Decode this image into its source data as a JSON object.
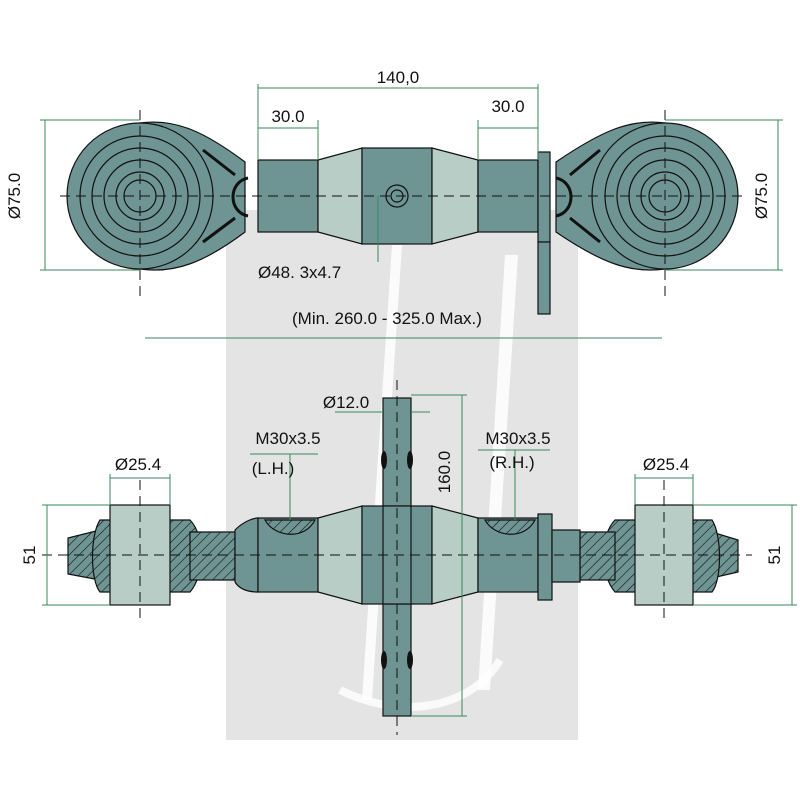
{
  "colors": {
    "steel": "#6f9494",
    "steel_dark": "#5f8585",
    "steel_light": "#b7cdc6",
    "dimension": "#3a8a5a",
    "outline": "#111111",
    "watermark": "#e3e3e3"
  },
  "top_view": {
    "overall_length": "140,0",
    "thread_length_left": "30.0",
    "thread_length_right": "30.0",
    "ball_dia_left": "Ø75.0",
    "ball_dia_right": "Ø75.0",
    "tube": "Ø48. 3x4.7",
    "range": "(Min. 260.0 - 325.0 Max.)"
  },
  "front_view": {
    "handle_dia": "Ø12.0",
    "handle_length": "160.0",
    "thread_left": "M30x3.5",
    "thread_left_dir": "(L.H.)",
    "thread_right": "M30x3.5",
    "thread_right_dir": "(R.H.)",
    "pin_dia_left": "Ø25.4",
    "pin_dia_right": "Ø25.4",
    "width_left": "51",
    "width_right": "51"
  }
}
